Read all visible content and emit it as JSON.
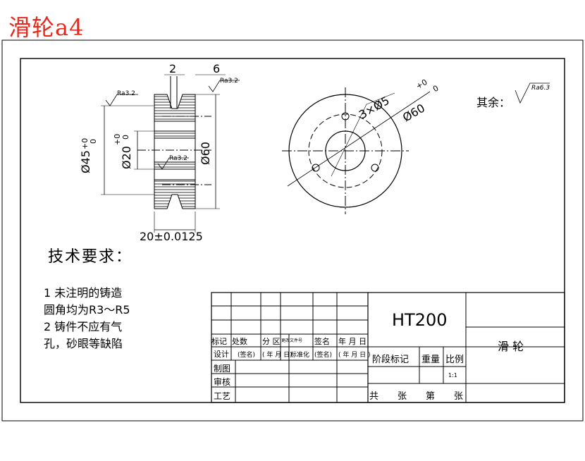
{
  "title": "滑轮a4",
  "dims": {
    "width_top_2": "2",
    "width_top_6": "6",
    "ra_left": "Ra3.2",
    "ra_right": "Ra3.2",
    "ra_inner": "Ra3.2",
    "dia45": "Ø45",
    "dia45_tol_up": "+0",
    "dia45_tol_low": "0",
    "dia20": "Ø20",
    "dia20_tol_up": "+0",
    "dia20_tol_low": "0",
    "dia60_side": "Ø60",
    "hub_length": "20±0.0125",
    "holes": "3×Ø5",
    "dia60_front": "Ø60",
    "dia60_front_tol_up": "+0",
    "dia60_front_tol_low": "0",
    "rest_label": "其余：",
    "rest_ra": "Ra6.3"
  },
  "tech": {
    "heading": "技术要求：",
    "line1": "1 未注明的铸造",
    "line2": "圆角均为R3～R5",
    "line3": "2 铸件不应有气",
    "line4": "孔，砂眼等缺陷"
  },
  "titleblock": {
    "material": "HT200",
    "part_name": "滑 轮",
    "row_mark": [
      "标记",
      "处数",
      "分 区",
      "更改文件号",
      "签名",
      "年 月 日"
    ],
    "row_design": [
      "设计",
      "(签名)",
      "( 年 月 日)",
      "标准化",
      "(签名)",
      "( 年 月 日 )"
    ],
    "draw": "制图",
    "check": "审核",
    "process": "工艺",
    "stage": "阶段标记",
    "weight": "重量",
    "scale": "比例",
    "scale_value": "1:1",
    "sheets": [
      "共",
      "张",
      "第",
      "张"
    ]
  }
}
